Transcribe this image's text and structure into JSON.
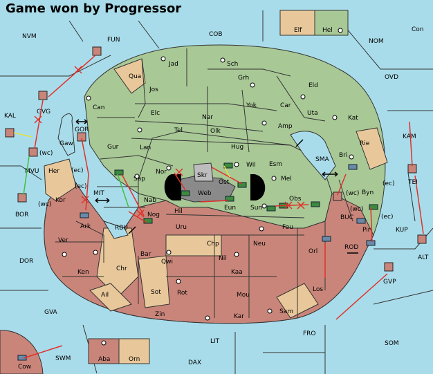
{
  "header": {
    "title": "Game won by Progressor"
  },
  "colors": {
    "sea": "#a9dcea",
    "green_power": "#a8c896",
    "red_power": "#c9857a",
    "neutral": "#e8c89a",
    "gray_center": "#8a8a8a",
    "order_red": "#e0302a",
    "order_yellow": "#e8e040",
    "order_green": "#40c040"
  },
  "sea_labels": [
    "NVM",
    "FUN",
    "COB",
    "NOM",
    "Con",
    "OVD",
    "KAL",
    "GOR",
    "KAM",
    "MVU",
    "SMA",
    "BOR",
    "MIT",
    "TEI",
    "RBU",
    "BUC",
    "KUP",
    "DOR",
    "ROD",
    "ALT",
    "GVP",
    "GVA",
    "FRO",
    "LIT",
    "SOM",
    "SWM",
    "DAX",
    "Cow"
  ],
  "land_labels": [
    "Elf",
    "Hel",
    "Jad",
    "Sch",
    "Qua",
    "Jos",
    "Grh",
    "Eld",
    "Can",
    "Yok",
    "Car",
    "Elc",
    "Nar",
    "Uta",
    "GVG",
    "Tel",
    "Olk",
    "Amp",
    "Kat",
    "Gaw",
    "Gur",
    "Lan",
    "Hug",
    "Rie",
    "Her",
    "Wil",
    "Esm",
    "Bri",
    "Nor",
    "Skr",
    "Sap",
    "Ost",
    "Web",
    "Mel",
    "Byn",
    "Kor",
    "Nab",
    "Eun",
    "Sun",
    "Obs",
    "Ark",
    "Nog",
    "Hil",
    "Pir",
    "Uru",
    "Feu",
    "Ver",
    "Chp",
    "Neu",
    "Orl",
    "Bar",
    "Qwi",
    "Nil",
    "Ken",
    "Chr",
    "Kaa",
    "Sot",
    "Rot",
    "Los",
    "Ail",
    "Mou",
    "Zin",
    "Kar",
    "Sam",
    "Aba",
    "Orn"
  ],
  "coast_tags": [
    "(wc)",
    "(ec)",
    "(ec)",
    "(wc)",
    "(wc)",
    "(ec)",
    "(ec)",
    "(wc)"
  ]
}
